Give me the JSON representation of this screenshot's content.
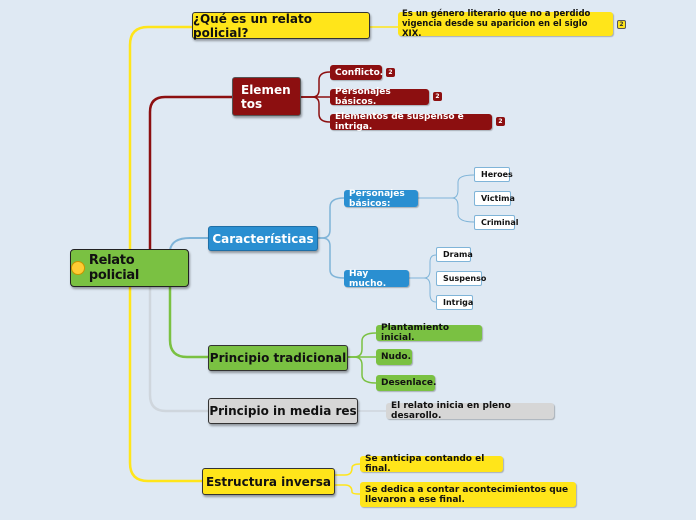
{
  "central": {
    "label": "Relato policial",
    "icon": "thinking-face-icon"
  },
  "que_es": {
    "label": "¿Qué es un relato policial?",
    "note": "Es un género literario que no a perdido vigencia desde su aparicion en el siglo XIX.",
    "note_count": "2"
  },
  "elementos": {
    "label": "Elementos",
    "items": [
      {
        "label": "Conflicto.",
        "count": "2"
      },
      {
        "label": "Personajes básicos.",
        "count": "2"
      },
      {
        "label": "Elementos de suspenso e intriga.",
        "count": "2"
      }
    ]
  },
  "caracteristicas": {
    "label": "Características",
    "groups": [
      {
        "label": "Personajes básicos:",
        "items": [
          "Heroes",
          "Victima",
          "Criminal"
        ]
      },
      {
        "label": "Hay mucho.",
        "items": [
          "Drama",
          "Suspenso",
          "Intriga"
        ]
      }
    ]
  },
  "principio_tradicional": {
    "label": "Principio tradicional",
    "items": [
      "Plantamiento inicial.",
      "Nudo.",
      "Desenlace."
    ]
  },
  "principio_media_res": {
    "label": "Principio in media res",
    "note": "El relato inicia en pleno desarollo."
  },
  "estructura_inversa": {
    "label": "Estructura inversa",
    "items": [
      "Se anticipa contando el final.",
      "Se dedica a contar acontecimientos que llevaron a ese final."
    ]
  },
  "colors": {
    "background": "#dfe9f3",
    "yellow": "#ffe51a",
    "red": "#8c0f10",
    "blue": "#2a8fd1",
    "green": "#7ac142",
    "grey": "#d6d6d6",
    "central": "#7ac142"
  }
}
